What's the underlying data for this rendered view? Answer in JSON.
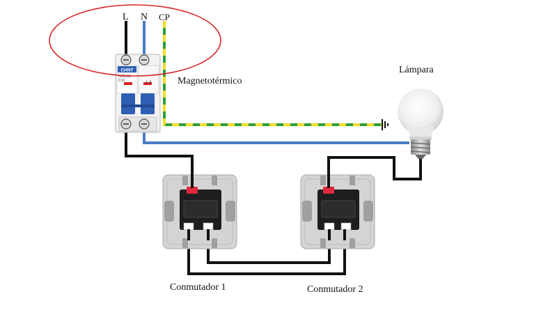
{
  "terminals": {
    "line": "L",
    "neutral": "N",
    "protective": "CP"
  },
  "breaker": {
    "caption": "Magnetotérmico",
    "brand": "CHNT",
    "model": "NXB-63",
    "rating": "C10",
    "pole_marks": [
      "1",
      "3"
    ]
  },
  "lamp": {
    "caption": "Lámpara"
  },
  "switches": [
    {
      "caption": "Conmutador 1"
    },
    {
      "caption": "Conmutador 2"
    }
  ],
  "colors": {
    "phase_wire": "#111111",
    "neutral_wire": "#4a7cc4",
    "earth_wire_green": "#2e9e3b",
    "earth_wire_yellow": "#f1dc2a",
    "highlight_ellipse": "#d8262b",
    "breaker_body": "#f2f2f2",
    "breaker_blue": "#2f5fb5",
    "switch_frame": "#d4d4d4",
    "switch_body": "#1e1e1e",
    "switch_marker": "#e0283c"
  },
  "icons": [
    "earth-ground-icon",
    "light-bulb-icon",
    "circuit-breaker-icon",
    "two-way-switch-icon"
  ]
}
